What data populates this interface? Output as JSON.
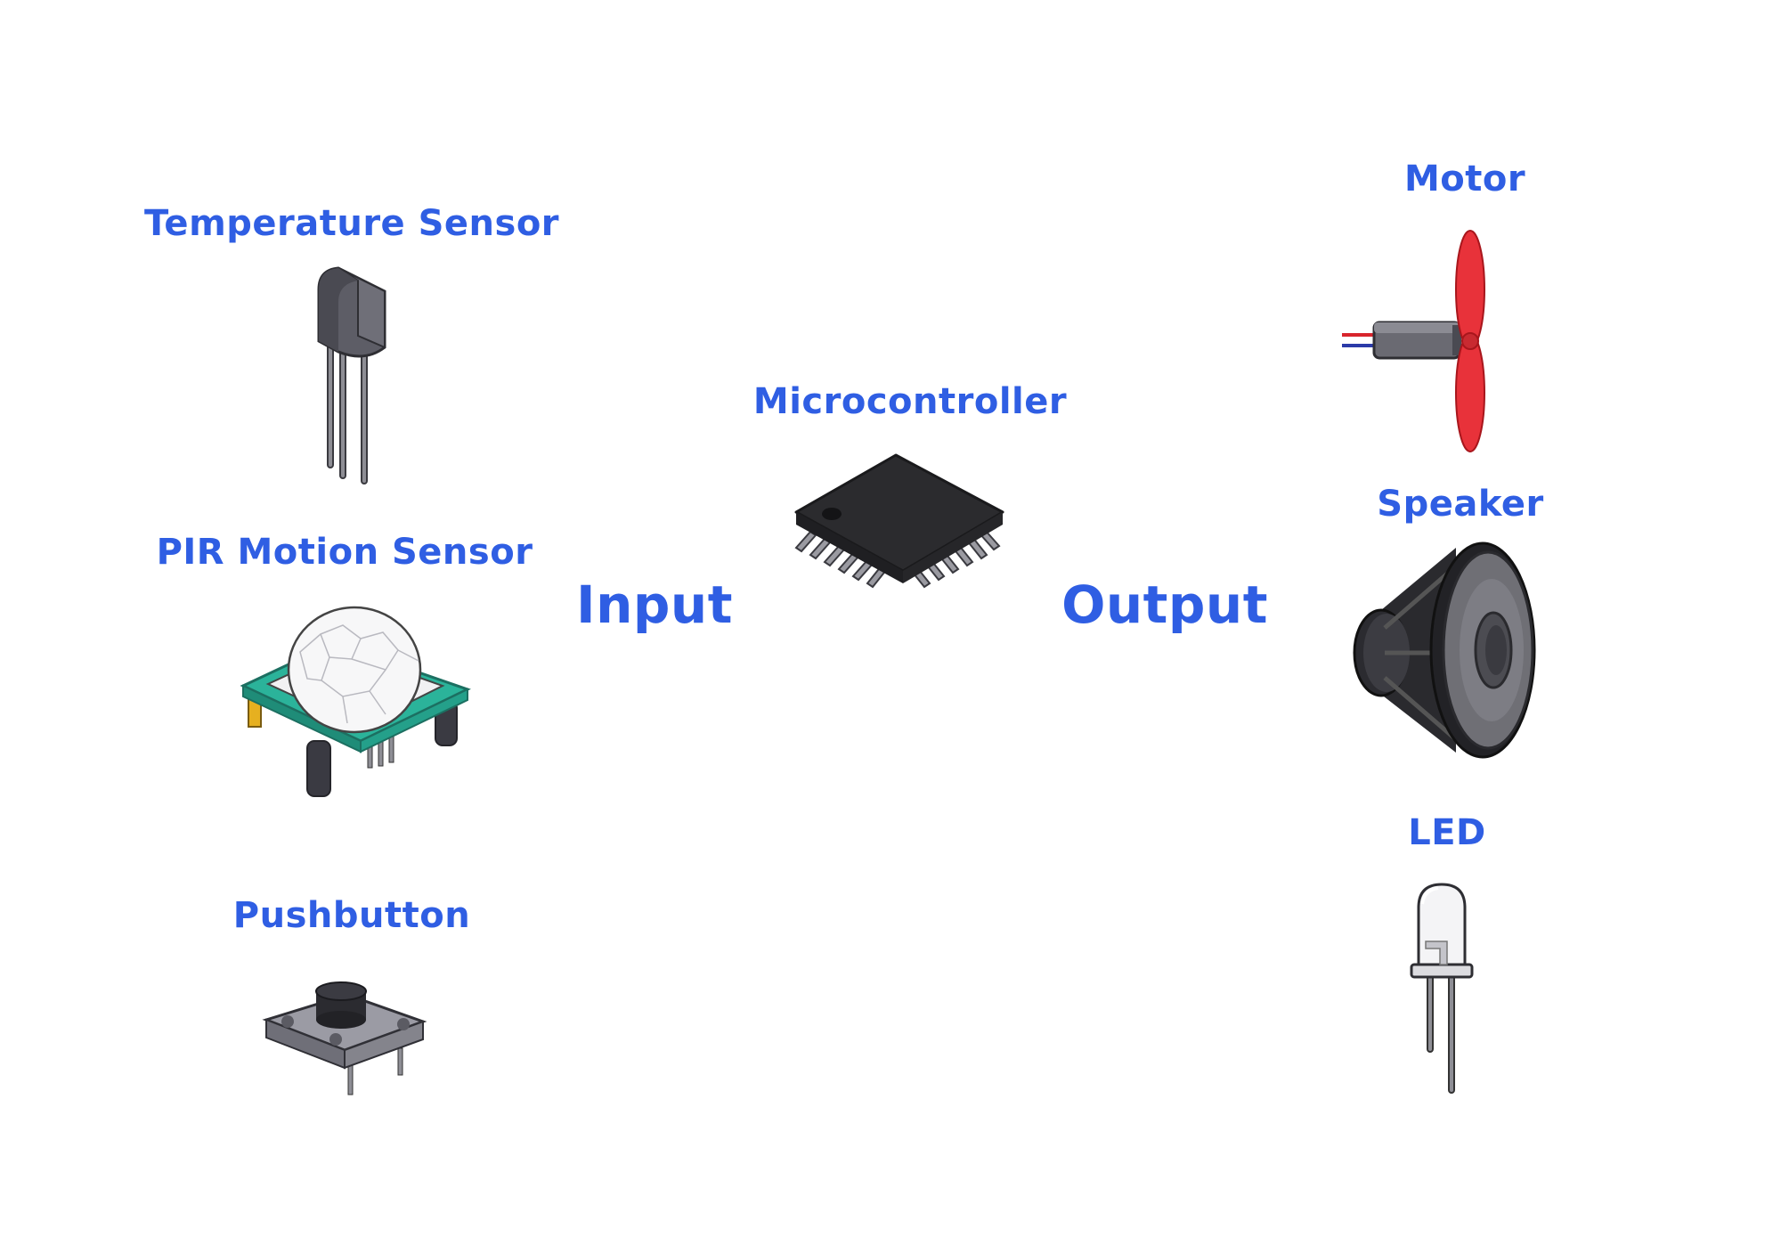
{
  "labels": {
    "temperature_sensor": "Temperature Sensor",
    "pir_motion_sensor": "PIR Motion Sensor",
    "pushbutton": "Pushbutton",
    "input": "Input",
    "microcontroller": "Microcontroller",
    "output": "Output",
    "motor": "Motor",
    "speaker": "Speaker",
    "led": "LED"
  },
  "colors": {
    "label_blue": "#2f5ee3",
    "chip_body": "#2b2b2e",
    "pin_gray": "#9a9aa1",
    "pcb_teal": "#2bb39a",
    "propeller_red": "#e8323a",
    "wire_red": "#d8242c",
    "wire_blue": "#2b3aa8"
  }
}
